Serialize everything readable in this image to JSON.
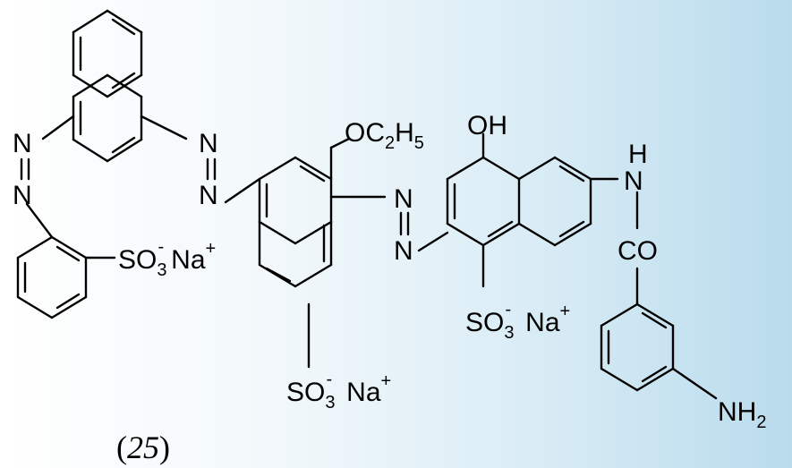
{
  "compound_label": {
    "prefix": "(",
    "number": "25",
    "suffix": ")"
  },
  "labels": {
    "azo_n1": "N",
    "azo_n2": "N",
    "azo_n3": "N",
    "azo_n4": "N",
    "azo_n5": "N",
    "azo_n6": "N",
    "ethoxy": {
      "o": "OC",
      "sub1": "2",
      "h": "H",
      "sub2": "5"
    },
    "hydroxy": "OH",
    "amide_h": "H",
    "amide_n": "N",
    "amide_co": "CO",
    "so3_1": {
      "text": "SO",
      "sub": "3",
      "charge": "-",
      "na": "Na",
      "na_charge": "+"
    },
    "so3_2": {
      "text": "SO",
      "sub": "3",
      "charge": "-",
      "na": "Na",
      "na_charge": "+"
    },
    "so3_3": {
      "text": "SO",
      "sub": "3",
      "charge": "-",
      "na": "Na",
      "na_charge": "+"
    },
    "amine": {
      "text": "NH",
      "sub": "2"
    }
  }
}
